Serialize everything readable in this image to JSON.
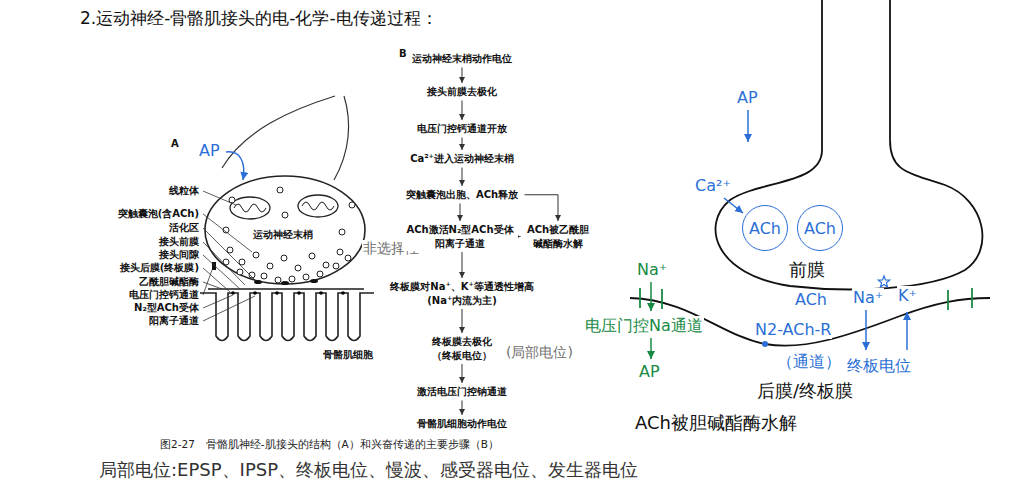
{
  "diagram": {
    "title": "2.运动神经-骨骼肌接头的电-化学-电传递过程：",
    "caption": "图2-27　骨骼肌神经-肌接头的结构（A）和兴奋传递的主要步骤（B）",
    "nodes": [
      {
        "text": [
          "运动神经末梢动作电位"
        ]
      },
      {
        "text": [
          "接头前膜去极化"
        ]
      },
      {
        "text": [
          "电压门控钙通道开放"
        ]
      },
      {
        "text": [
          "Ca²⁺进入运动神经末梢"
        ]
      },
      {
        "text": [
          "突触囊泡出胞、ACh释放"
        ]
      },
      {
        "text": [
          "ACh激活N₂型ACh受体 阳离子通道"
        ]
      },
      {
        "text": [
          "ACh被乙酰胆 碱酯酶水解"
        ]
      },
      {
        "text": [
          "终板膜对Na⁺、K⁺等通透性增高 (Na⁺内流为主)"
        ]
      },
      {
        "text": [
          "终板膜去极化 （终板电位）"
        ]
      },
      {
        "text": [
          "激活电压门控钠通道"
        ]
      },
      {
        "text": [
          "骨骼肌细胞动作电位"
        ]
      },
      {
        "text": [
          "ACh"
        ]
      },
      {
        "text": [
          "ACh"
        ]
      }
    ],
    "edges": [
      {
        "from": 0,
        "to": 1,
        "arrow": "to"
      },
      {
        "from": 1,
        "to": 2,
        "arrow": "to"
      },
      {
        "from": 2,
        "to": 3,
        "arrow": "to"
      },
      {
        "from": 3,
        "to": 4,
        "arrow": "to"
      },
      {
        "from": 4,
        "to": 5,
        "arrow": "to"
      },
      {
        "from": 4,
        "to": 6,
        "arrow": "to"
      },
      {
        "from": 5,
        "to": 6,
        "arrow": "to"
      },
      {
        "from": 5,
        "to": 7,
        "arrow": "to"
      },
      {
        "from": 7,
        "to": 8,
        "arrow": "to"
      },
      {
        "from": 8,
        "to": 9,
        "arrow": "to"
      },
      {
        "from": 9,
        "to": 10,
        "arrow": "to"
      }
    ],
    "labels": [
      "A",
      "AP",
      "线粒体",
      "突触囊泡(含ACh)",
      "活化区",
      "接头前膜",
      "接头间隙",
      "接头后膜(终板膜)",
      "乙酰胆碱酯酶",
      "电压门控钙通道",
      "N₂型ACh受体",
      "阳离子通道",
      "运动神经末梢",
      "骨骼肌细胞",
      "B",
      "非选择性",
      "(局部电位)",
      "局部电位:EPSP、IPSP、终板电位、慢波、感受器电位、发生器电位",
      "AP",
      "Ca²⁺",
      "前膜",
      "Na⁺",
      "电压门控Na通道",
      "AP",
      "ACh",
      "Na⁺",
      "K⁺",
      "N2-ACh-R",
      "（通道）",
      "终板电位",
      "后膜/终板膜",
      "ACh被胆碱酯酶水解"
    ]
  }
}
